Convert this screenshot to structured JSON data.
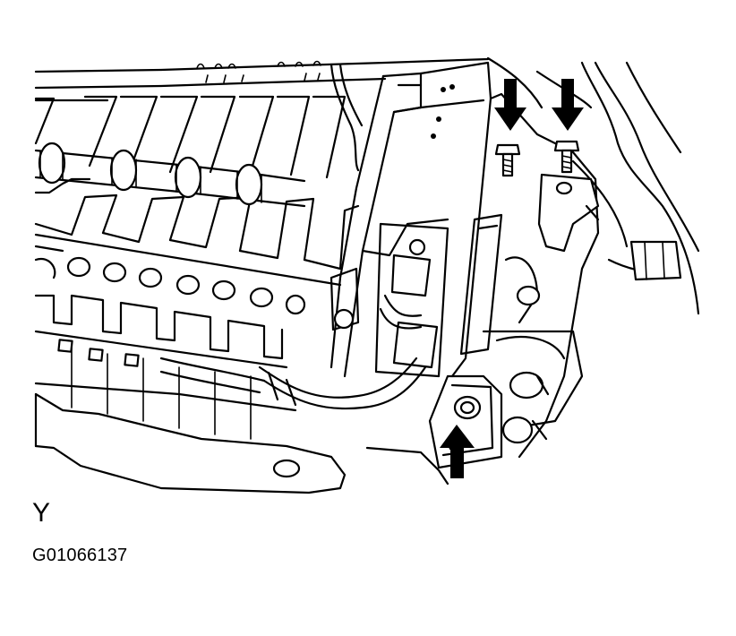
{
  "figure": {
    "view_label": "Y",
    "figure_id": "G01066137",
    "ink_color": "#000000",
    "paper_color": "#ffffff",
    "callout_arrows": [
      {
        "name": "callout-arrow-upper-left",
        "points_to": "upper-left-bolt"
      },
      {
        "name": "callout-arrow-upper-right",
        "points_to": "upper-right-bolt"
      },
      {
        "name": "callout-arrow-lower",
        "points_to": "lower-bracket-bolt"
      }
    ]
  }
}
